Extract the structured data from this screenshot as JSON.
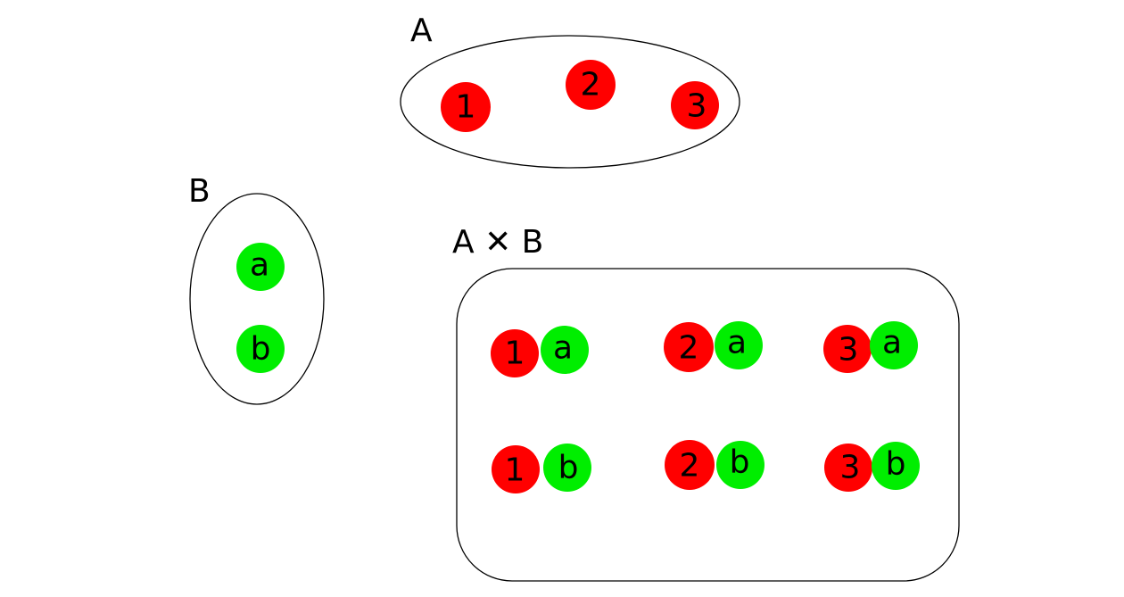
{
  "colors": {
    "background": "#ffffff",
    "outline": "#000000",
    "set_a_element": "#ff0000",
    "set_b_element": "#00ee00",
    "text": "#000000"
  },
  "sets": {
    "a": {
      "label": "A",
      "elements": [
        "1",
        "2",
        "3"
      ]
    },
    "b": {
      "label": "B",
      "elements": [
        "a",
        "b"
      ]
    },
    "product": {
      "label": "A ✕ B",
      "pairs": [
        [
          "1",
          "a"
        ],
        [
          "2",
          "a"
        ],
        [
          "3",
          "a"
        ],
        [
          "1",
          "b"
        ],
        [
          "2",
          "b"
        ],
        [
          "3",
          "b"
        ]
      ]
    }
  }
}
